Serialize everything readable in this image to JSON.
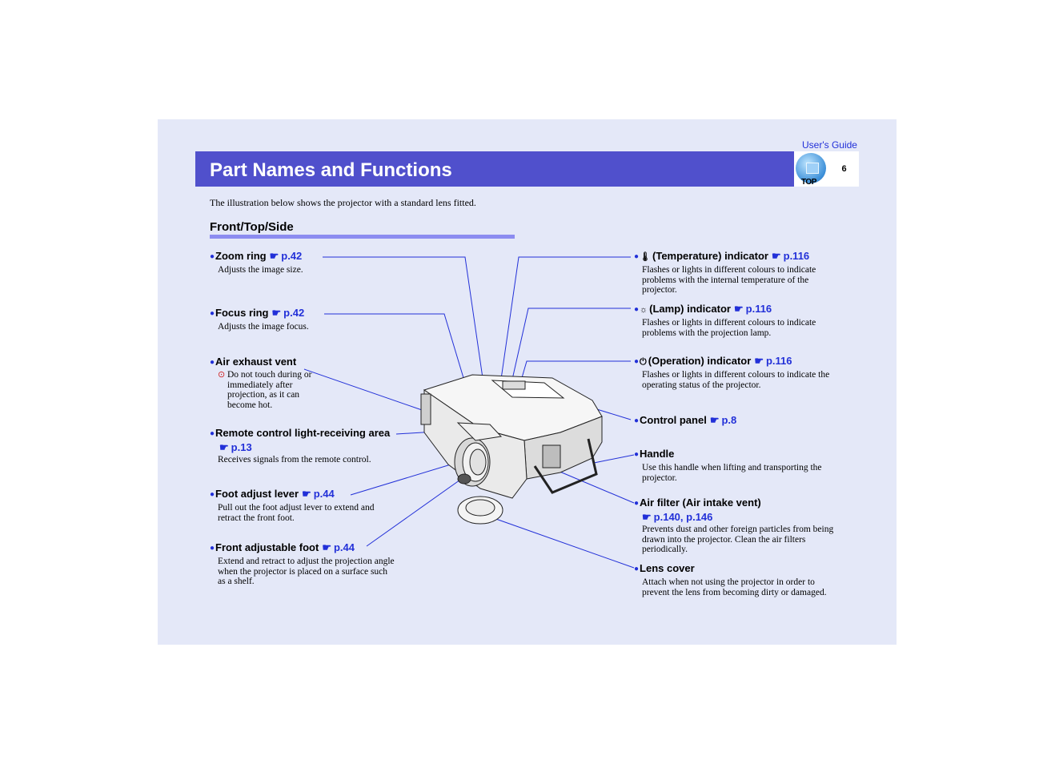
{
  "header": {
    "guide_link": "User's Guide",
    "title": "Part Names and Functions",
    "top_button_label": "TOP",
    "page_number": "6"
  },
  "intro": "The illustration below shows the projector with a standard lens fitted.",
  "section_title": "Front/Top/Side",
  "colors": {
    "title_bar": "#5050cc",
    "link": "#2230d8",
    "page_bg": "#e4e8f8",
    "section_rule": "#8c8cf0",
    "warning": "#d02020"
  },
  "icons": {
    "reference": "pointing-hand-icon",
    "bullet": "bullet-icon",
    "warning": "caution-icon"
  },
  "left_parts": [
    {
      "name": "Zoom ring",
      "ref": "p.42",
      "desc": "Adjusts the image size."
    },
    {
      "name": "Focus ring",
      "ref": "p.42",
      "desc": "Adjusts the image focus."
    },
    {
      "name": "Air exhaust vent",
      "warning": "Do not touch during or immediately after projection, as it can become hot."
    },
    {
      "name": "Remote control light-receiving area",
      "ref": "p.13",
      "desc": "Receives signals from the remote control."
    },
    {
      "name": "Foot adjust lever",
      "ref": "p.44",
      "desc": "Pull out the foot adjust lever to extend and retract the front foot."
    },
    {
      "name": "Front adjustable foot",
      "ref": "p.44",
      "desc": "Extend and retract to adjust the projection angle when the projector is placed on a surface such as a shelf."
    }
  ],
  "right_parts": [
    {
      "name": "(Temperature) indicator",
      "ref": "p.116",
      "desc": "Flashes or lights in different colours to indicate problems with the internal temperature of the projector."
    },
    {
      "name": "(Lamp) indicator",
      "ref": "p.116",
      "desc": "Flashes or lights in different colours to indicate problems with the projection lamp."
    },
    {
      "name": "(Operation) indicator",
      "ref": "p.116",
      "desc": "Flashes or lights in different colours to indicate the operating status of the projector."
    },
    {
      "name": "Control panel",
      "ref": "p.8"
    },
    {
      "name": "Handle",
      "desc": "Use this handle when lifting and transporting the projector."
    },
    {
      "name": "Air filter (Air intake vent)",
      "ref": "p.140",
      "ref2": "p.146",
      "desc": "Prevents dust and other foreign particles from being drawn into the projector. Clean the air filters periodically."
    },
    {
      "name": "Lens cover",
      "desc": "Attach when not using the projector in order to prevent the lens from becoming dirty or damaged."
    }
  ]
}
